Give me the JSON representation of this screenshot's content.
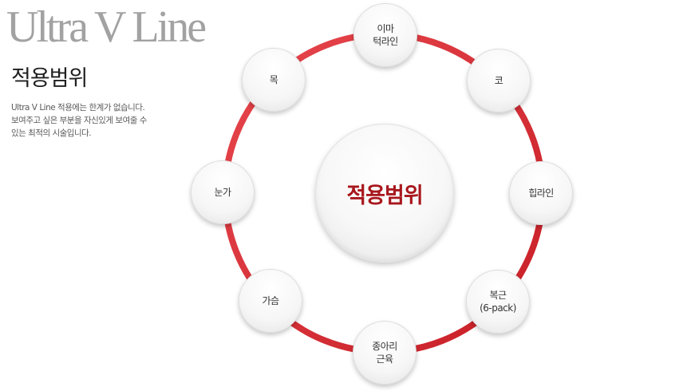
{
  "header": {
    "brand": "Ultra V Line",
    "title": "적용범위",
    "description": [
      "Ultra V Line 적용에는 한계가 없습니다.",
      "보여주고 싶은 부분을 자신있게 보여줄 수",
      "있는 최적의 시술입니다."
    ]
  },
  "diagram": {
    "center_label": "적용범위",
    "ring_color": "#d9363e",
    "center_text_color": "#a8171d",
    "nodes": [
      "이마\n턱라인",
      "코",
      "힙라인",
      "복근\n(6-pack)",
      "종아리\n근육",
      "가슴",
      "눈가",
      "목"
    ]
  }
}
